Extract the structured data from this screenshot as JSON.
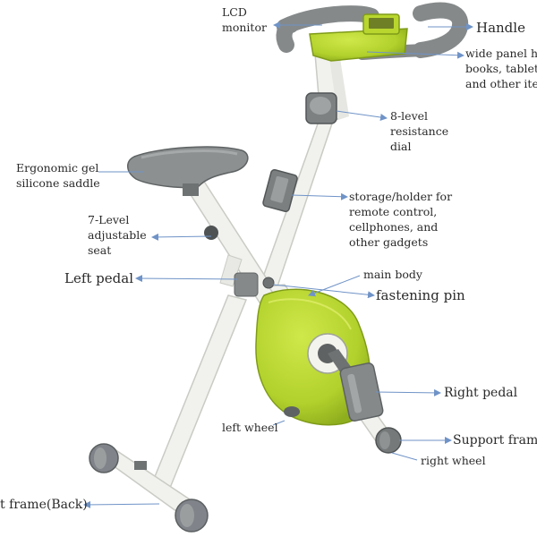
{
  "labels": {
    "lcd_monitor": [
      "LCD",
      "monitor"
    ],
    "handle": "Handle",
    "wide_panel": [
      "wide panel ho",
      "books, tablet",
      "and other ite"
    ],
    "resistance_dial": [
      "8-level",
      "resistance",
      "dial"
    ],
    "saddle": [
      "Ergonomic gel",
      "silicone saddle"
    ],
    "storage_holder": [
      "storage/holder for",
      "remote control,",
      "cellphones, and",
      "other gadgets"
    ],
    "adjustable_seat": [
      "7-Level",
      "adjustable",
      "seat"
    ],
    "left_pedal": "Left pedal",
    "main_body": "main body",
    "fastening_pin": "fastening pin",
    "right_pedal": "Right pedal",
    "left_wheel": "left wheel",
    "support_frame": "Support frame",
    "right_wheel": "right wheel",
    "front_frame_back": "t frame(Back)"
  },
  "colors": {
    "body_green": "#b7d532",
    "body_green_dark": "#8fae1e",
    "frame_white": "#f1f2ee",
    "frame_edge": "#c9cbc4",
    "grip_gray": "#85898a",
    "grip_dark": "#5e6263",
    "arrow_blue": "#6f93c7",
    "text": "#2a2a2a"
  }
}
